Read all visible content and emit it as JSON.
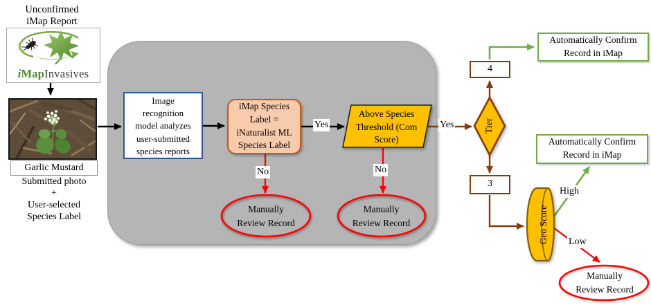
{
  "source": {
    "title": "Unconfirmed\niMap Report",
    "logo": {
      "i": "i",
      "map": "Map",
      "suffix": "Invasives"
    },
    "photo_label": "Garlic Mustard",
    "caption": "Submitted photo\n+\nUser-selected\nSpecies Label"
  },
  "pipeline": {
    "process": "Image\nrecognition\nmodel analyzes\nuser-submitted\nspecies reports",
    "label_match": "iMap Species\nLabel =\niNaturalist ML\nSpecies Label",
    "threshold": "Above Species\nThreshold (Com\nScore)",
    "manual_review_left": "Manually\nReview Record",
    "manual_review_right": "Manually\nReview Record",
    "edge_yes_1": "Yes",
    "edge_yes_2": "Yes",
    "edge_no_1": "No",
    "edge_no_2": "No"
  },
  "tiering": {
    "diamond": "Tier",
    "tier_4": "4",
    "tier_3": "3",
    "confirm_top": "Automatically Confirm\nRecord in iMap",
    "confirm_mid": "Automatically Confirm\nRecord in iMap",
    "geo_score": "Geo Score",
    "edge_high": "High",
    "edge_low": "Low",
    "manual_review": "Manually\nReview Record"
  },
  "colors": {
    "yellow": "#FFC000",
    "orange_fill": "#F8CBAD",
    "orange_border": "#C55A11",
    "brown": "#843C0C",
    "green": "#70AD47",
    "red": "#FF0000",
    "blue": "#2F5597",
    "container_gray": "#B5B5B5",
    "logo_green": "#4E8A2C"
  }
}
